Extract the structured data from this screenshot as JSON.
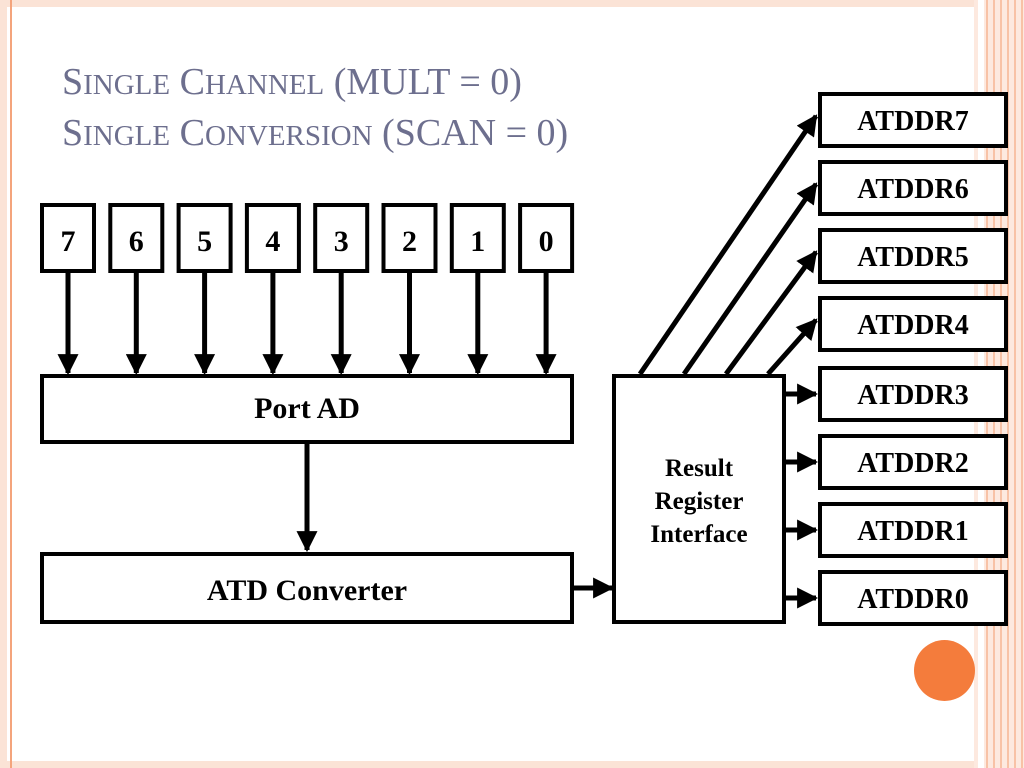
{
  "title": {
    "line1": {
      "caps1": "S",
      "small1": "ingle",
      "caps2": "C",
      "small2": "hannel",
      "rest": " (MULT = 0)"
    },
    "line2": {
      "caps1": "S",
      "small1": "ingle",
      "caps2": "C",
      "small2": "onversion",
      "rest": " (SCAN = 0)"
    }
  },
  "diagram": {
    "channels": [
      "7",
      "6",
      "5",
      "4",
      "3",
      "2",
      "1",
      "0"
    ],
    "port_label": "Port AD",
    "converter_label": "ATD Converter",
    "interface_lines": [
      "Result",
      "Register",
      "Interface"
    ],
    "registers": [
      "ATDDR7",
      "ATDDR6",
      "ATDDR5",
      "ATDDR4",
      "ATDDR3",
      "ATDDR2",
      "ATDDR1",
      "ATDDR0"
    ]
  },
  "colors": {
    "title": "#6d6f8e",
    "accent": "#f47c3c",
    "frame": "#fbe3d6"
  }
}
